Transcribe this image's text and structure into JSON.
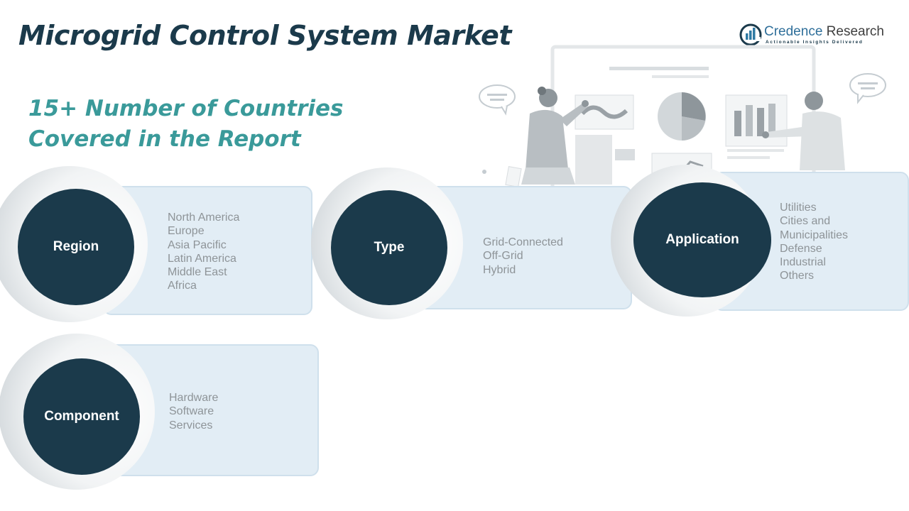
{
  "title": "Microgrid Control System Market",
  "subtitle": {
    "line1": "15+ Number of Countries",
    "line2": "Covered in the Report"
  },
  "logo": {
    "name_part1": "Credence",
    "name_part2": " Research",
    "tagline": "Actionable Insights Delivered",
    "icon": "credence-logo-icon"
  },
  "colors": {
    "dark_navy": "#1b3a4b",
    "teal": "#3a9a9a",
    "card_bg": "#e2edf5",
    "item_text": "#8e9498"
  },
  "segments": {
    "region": {
      "label": "Region",
      "items": [
        "North America",
        "Europe",
        "Asia Pacific",
        "Latin America",
        "Middle East",
        "Africa"
      ]
    },
    "type": {
      "label": "Type",
      "items": [
        "Grid-Connected",
        "Off-Grid",
        "Hybrid"
      ]
    },
    "application": {
      "label": "Application",
      "items": [
        "Utilities",
        "Cities and",
        "Municipalities",
        "Defense",
        "Industrial",
        "Others"
      ]
    },
    "component": {
      "label": "Component",
      "items": [
        "Hardware",
        "Software",
        "Services"
      ]
    }
  }
}
